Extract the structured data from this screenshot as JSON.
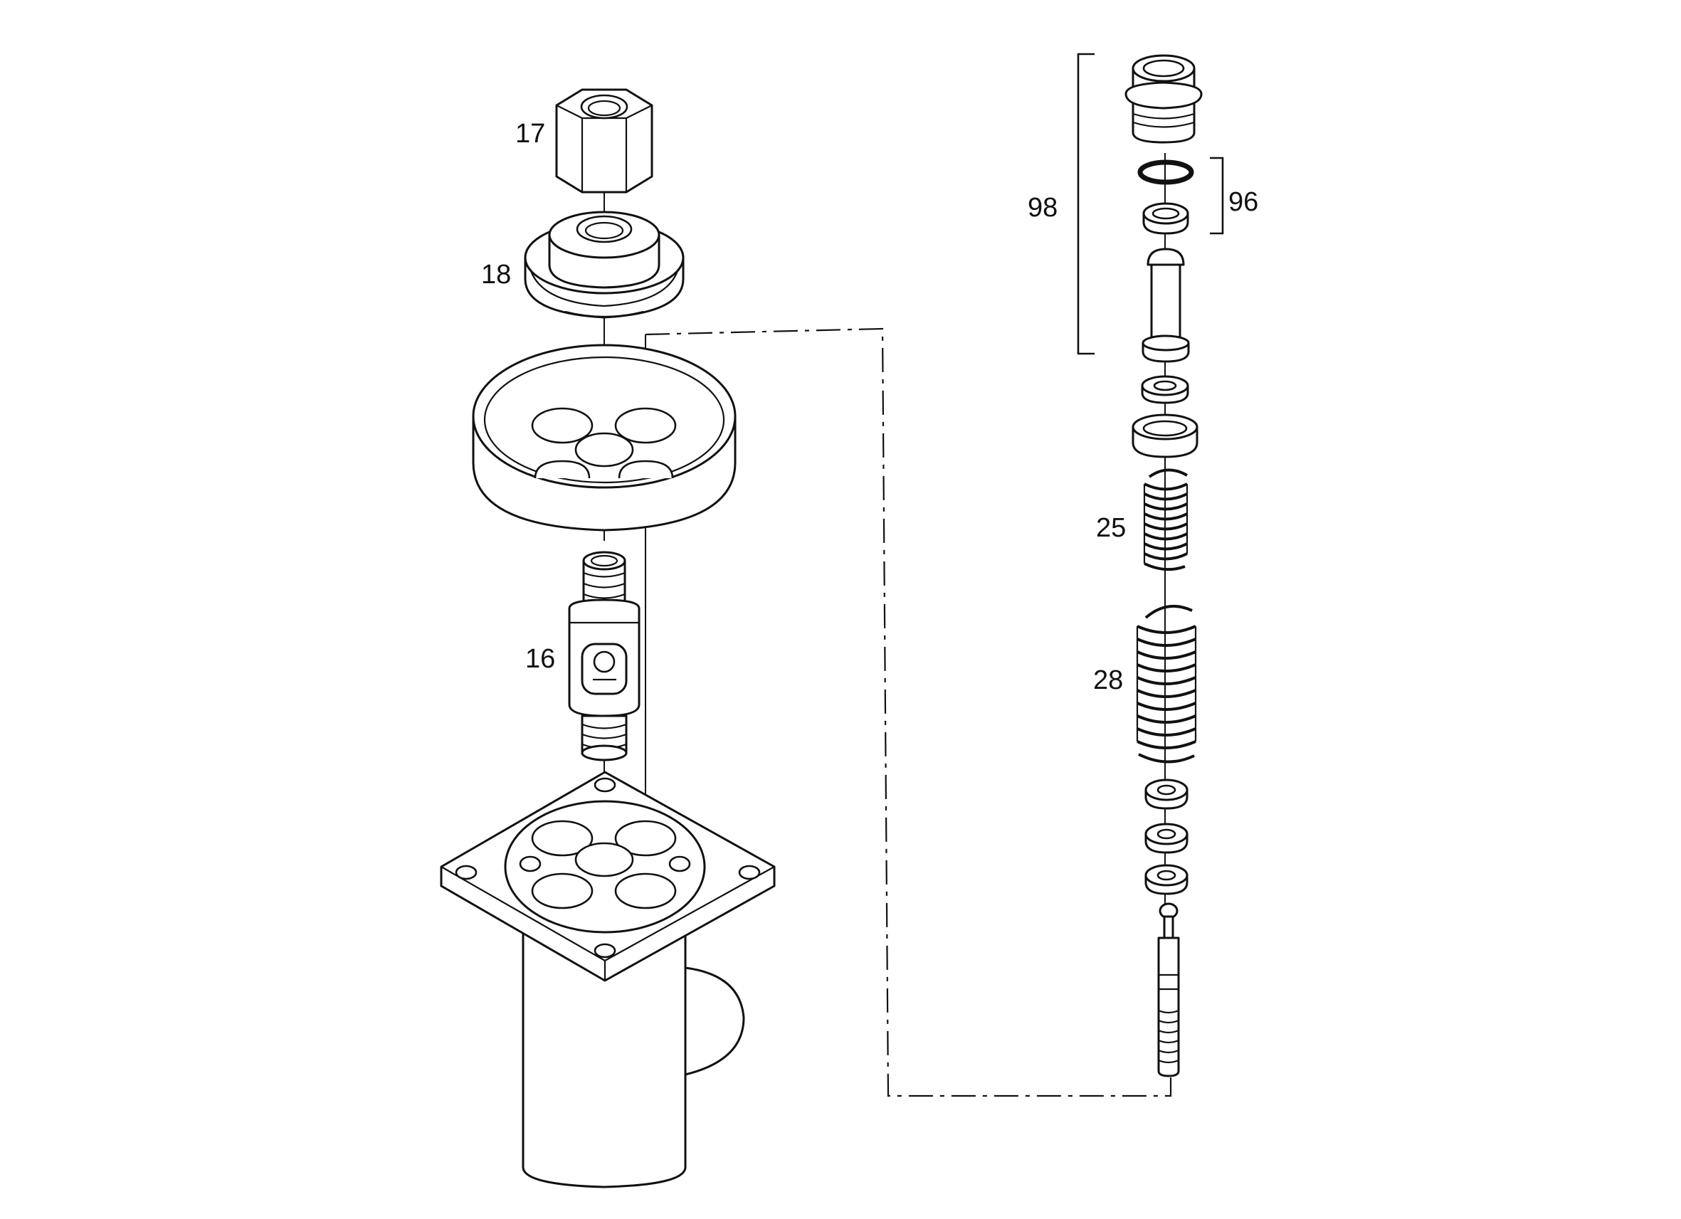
{
  "labels": {
    "part_17": "17",
    "part_18": "18",
    "part_16": "16",
    "part_98": "98",
    "part_96": "96",
    "part_25": "25",
    "part_28": "28"
  },
  "colors": {
    "line": "#111111",
    "background": "#ffffff"
  }
}
